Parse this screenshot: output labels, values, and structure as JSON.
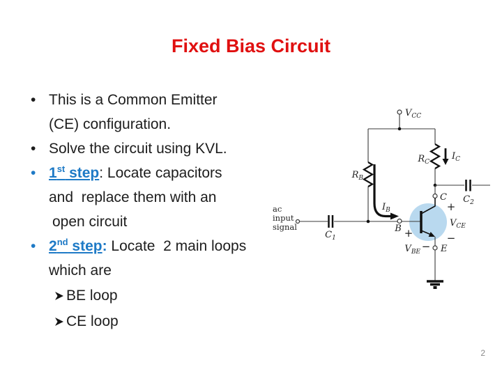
{
  "slide": {
    "title": "Fixed Bias Circuit",
    "page_number": "2",
    "colors": {
      "title_red": "#e01010",
      "accent_blue": "#1e7ac6",
      "body_text": "#1d1d1d",
      "transistor_highlight": "#b9d9ef",
      "page_number_gray": "#8a8a8a"
    }
  },
  "icons": {
    "sub_bullet": "arrowhead-right",
    "bullet": "round-dot"
  },
  "bullets": {
    "dot": "•",
    "b1_line1": "This is a Common Emitter",
    "b1_line2": "(CE) configuration.",
    "b2": "Solve the circuit using KVL.",
    "b3_num": "1",
    "b3_sup": "st",
    "b3_word": " step",
    "b3_rest": ": Locate capacitors",
    "b3_line2": "and  replace them with an",
    "b3_line3": "open circuit",
    "b4_num": "2",
    "b4_sup": "nd",
    "b4_word": " step",
    "b4_colon": ":",
    "b4_rest": " Locate  2 main loops",
    "b4_line2": "which are",
    "sub1": "BE loop",
    "sub2": "CE loop"
  },
  "circuit": {
    "supply": {
      "main": "V",
      "sub": "CC"
    },
    "rb": {
      "main": "R",
      "sub": "B"
    },
    "rc": {
      "main": "R",
      "sub": "C"
    },
    "ic": {
      "main": "I",
      "sub": "C"
    },
    "ib": {
      "main": "I",
      "sub": "B"
    },
    "c1": {
      "main": "C",
      "sub": "1"
    },
    "c2": {
      "main": "C",
      "sub": "2"
    },
    "vce": {
      "main": "V",
      "sub": "CE"
    },
    "vbe": {
      "main": "V",
      "sub": "BE"
    },
    "node_b": "B",
    "node_c": "C",
    "node_e": "E",
    "ac_label_1": "ac",
    "ac_label_2": "input",
    "ac_label_3": "signal",
    "plus": "+",
    "minus": "−"
  }
}
